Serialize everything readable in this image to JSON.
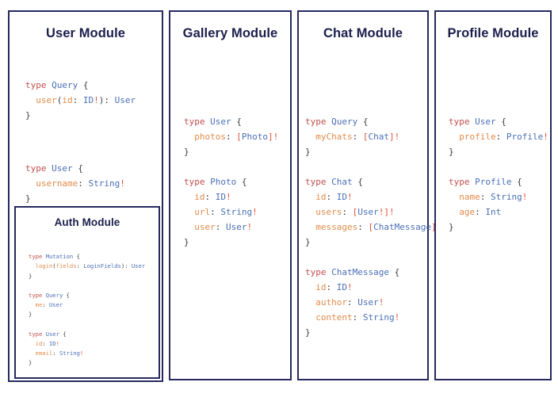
{
  "diagram": {
    "title_color": "#1b1f4b",
    "border_color": "#262a5e",
    "background": "#ffffff",
    "syntax_colors": {
      "keyword": "#c0504d",
      "type_name": "#4a6fb5",
      "field_name": "#e08b4a",
      "non_null": "#e2553c",
      "punctuation": "#3d3d3d"
    }
  },
  "panels": {
    "user": {
      "title": "User Module",
      "blocks": [
        {
          "lines": [
            [
              {
                "t": "type ",
                "c": "kw"
              },
              {
                "t": "Query",
                "c": "tname"
              },
              {
                "t": " {",
                "c": "punc"
              }
            ],
            [
              {
                "t": "  ",
                "c": "punc"
              },
              {
                "t": "user",
                "c": "field"
              },
              {
                "t": "(",
                "c": "punc"
              },
              {
                "t": "id",
                "c": "field"
              },
              {
                "t": ": ",
                "c": "punc"
              },
              {
                "t": "ID",
                "c": "tname"
              },
              {
                "t": "!",
                "c": "bang"
              },
              {
                "t": "): ",
                "c": "punc"
              },
              {
                "t": "User",
                "c": "tname"
              }
            ],
            [
              {
                "t": "}",
                "c": "punc"
              }
            ]
          ]
        },
        {
          "lines": [
            [
              {
                "t": "type ",
                "c": "kw"
              },
              {
                "t": "User",
                "c": "tname"
              },
              {
                "t": " {",
                "c": "punc"
              }
            ],
            [
              {
                "t": "  ",
                "c": "punc"
              },
              {
                "t": "username",
                "c": "field"
              },
              {
                "t": ": ",
                "c": "punc"
              },
              {
                "t": "String",
                "c": "tname"
              },
              {
                "t": "!",
                "c": "bang"
              }
            ],
            [
              {
                "t": "}",
                "c": "punc"
              }
            ]
          ]
        }
      ]
    },
    "auth": {
      "title": "Auth Module",
      "blocks": [
        {
          "lines": [
            [
              {
                "t": "type ",
                "c": "kw"
              },
              {
                "t": "Mutation",
                "c": "tname"
              },
              {
                "t": " {",
                "c": "punc"
              }
            ],
            [
              {
                "t": "  ",
                "c": "punc"
              },
              {
                "t": "login",
                "c": "field"
              },
              {
                "t": "(",
                "c": "punc"
              },
              {
                "t": "fields",
                "c": "field"
              },
              {
                "t": ": ",
                "c": "punc"
              },
              {
                "t": "LoginFields",
                "c": "tname"
              },
              {
                "t": "): ",
                "c": "punc"
              },
              {
                "t": "User",
                "c": "tname"
              }
            ],
            [
              {
                "t": "}",
                "c": "punc"
              }
            ],
            [
              {
                "t": "",
                "c": "punc"
              }
            ],
            [
              {
                "t": "type ",
                "c": "kw"
              },
              {
                "t": "Query",
                "c": "tname"
              },
              {
                "t": " {",
                "c": "punc"
              }
            ],
            [
              {
                "t": "  ",
                "c": "punc"
              },
              {
                "t": "me",
                "c": "field"
              },
              {
                "t": ": ",
                "c": "punc"
              },
              {
                "t": "User",
                "c": "tname"
              }
            ],
            [
              {
                "t": "}",
                "c": "punc"
              }
            ],
            [
              {
                "t": "",
                "c": "punc"
              }
            ],
            [
              {
                "t": "type ",
                "c": "kw"
              },
              {
                "t": "User",
                "c": "tname"
              },
              {
                "t": " {",
                "c": "punc"
              }
            ],
            [
              {
                "t": "  ",
                "c": "punc"
              },
              {
                "t": "id",
                "c": "field"
              },
              {
                "t": ": ",
                "c": "punc"
              },
              {
                "t": "ID",
                "c": "tname"
              },
              {
                "t": "!",
                "c": "bang"
              }
            ],
            [
              {
                "t": "  ",
                "c": "punc"
              },
              {
                "t": "email",
                "c": "field"
              },
              {
                "t": ": ",
                "c": "punc"
              },
              {
                "t": "String",
                "c": "tname"
              },
              {
                "t": "!",
                "c": "bang"
              }
            ],
            [
              {
                "t": "}",
                "c": "punc"
              }
            ]
          ]
        }
      ]
    },
    "gallery": {
      "title": "Gallery Module",
      "blocks": [
        {
          "lines": [
            [
              {
                "t": "type ",
                "c": "kw"
              },
              {
                "t": "User",
                "c": "tname"
              },
              {
                "t": " {",
                "c": "punc"
              }
            ],
            [
              {
                "t": "  ",
                "c": "punc"
              },
              {
                "t": "photos",
                "c": "field"
              },
              {
                "t": ": ",
                "c": "punc"
              },
              {
                "t": "[",
                "c": "bang"
              },
              {
                "t": "Photo",
                "c": "tname"
              },
              {
                "t": "]",
                "c": "bang"
              },
              {
                "t": "!",
                "c": "bang"
              }
            ],
            [
              {
                "t": "}",
                "c": "punc"
              }
            ],
            [
              {
                "t": "",
                "c": "punc"
              }
            ],
            [
              {
                "t": "type ",
                "c": "kw"
              },
              {
                "t": "Photo",
                "c": "tname"
              },
              {
                "t": " {",
                "c": "punc"
              }
            ],
            [
              {
                "t": "  ",
                "c": "punc"
              },
              {
                "t": "id",
                "c": "field"
              },
              {
                "t": ": ",
                "c": "punc"
              },
              {
                "t": "ID",
                "c": "tname"
              },
              {
                "t": "!",
                "c": "bang"
              }
            ],
            [
              {
                "t": "  ",
                "c": "punc"
              },
              {
                "t": "url",
                "c": "field"
              },
              {
                "t": ": ",
                "c": "punc"
              },
              {
                "t": "String",
                "c": "tname"
              },
              {
                "t": "!",
                "c": "bang"
              }
            ],
            [
              {
                "t": "  ",
                "c": "punc"
              },
              {
                "t": "user",
                "c": "field"
              },
              {
                "t": ": ",
                "c": "punc"
              },
              {
                "t": "User",
                "c": "tname"
              },
              {
                "t": "!",
                "c": "bang"
              }
            ],
            [
              {
                "t": "}",
                "c": "punc"
              }
            ]
          ]
        }
      ]
    },
    "chat": {
      "title": "Chat Module",
      "blocks": [
        {
          "lines": [
            [
              {
                "t": "type ",
                "c": "kw"
              },
              {
                "t": "Query",
                "c": "tname"
              },
              {
                "t": " {",
                "c": "punc"
              }
            ],
            [
              {
                "t": "  ",
                "c": "punc"
              },
              {
                "t": "myChats",
                "c": "field"
              },
              {
                "t": ": ",
                "c": "punc"
              },
              {
                "t": "[",
                "c": "bang"
              },
              {
                "t": "Chat",
                "c": "tname"
              },
              {
                "t": "]",
                "c": "bang"
              },
              {
                "t": "!",
                "c": "bang"
              }
            ],
            [
              {
                "t": "}",
                "c": "punc"
              }
            ],
            [
              {
                "t": "",
                "c": "punc"
              }
            ],
            [
              {
                "t": "type ",
                "c": "kw"
              },
              {
                "t": "Chat",
                "c": "tname"
              },
              {
                "t": " {",
                "c": "punc"
              }
            ],
            [
              {
                "t": "  ",
                "c": "punc"
              },
              {
                "t": "id",
                "c": "field"
              },
              {
                "t": ": ",
                "c": "punc"
              },
              {
                "t": "ID",
                "c": "tname"
              },
              {
                "t": "!",
                "c": "bang"
              }
            ],
            [
              {
                "t": "  ",
                "c": "punc"
              },
              {
                "t": "users",
                "c": "field"
              },
              {
                "t": ": ",
                "c": "punc"
              },
              {
                "t": "[",
                "c": "bang"
              },
              {
                "t": "User",
                "c": "tname"
              },
              {
                "t": "!",
                "c": "bang"
              },
              {
                "t": "]",
                "c": "bang"
              },
              {
                "t": "!",
                "c": "bang"
              }
            ],
            [
              {
                "t": "  ",
                "c": "punc"
              },
              {
                "t": "messages",
                "c": "field"
              },
              {
                "t": ": ",
                "c": "punc"
              },
              {
                "t": "[",
                "c": "bang"
              },
              {
                "t": "ChatMessage",
                "c": "tname"
              },
              {
                "t": "]",
                "c": "bang"
              },
              {
                "t": "!",
                "c": "bang"
              }
            ],
            [
              {
                "t": "}",
                "c": "punc"
              }
            ],
            [
              {
                "t": "",
                "c": "punc"
              }
            ],
            [
              {
                "t": "type ",
                "c": "kw"
              },
              {
                "t": "ChatMessage",
                "c": "tname"
              },
              {
                "t": " {",
                "c": "punc"
              }
            ],
            [
              {
                "t": "  ",
                "c": "punc"
              },
              {
                "t": "id",
                "c": "field"
              },
              {
                "t": ": ",
                "c": "punc"
              },
              {
                "t": "ID",
                "c": "tname"
              },
              {
                "t": "!",
                "c": "bang"
              }
            ],
            [
              {
                "t": "  ",
                "c": "punc"
              },
              {
                "t": "author",
                "c": "field"
              },
              {
                "t": ": ",
                "c": "punc"
              },
              {
                "t": "User",
                "c": "tname"
              },
              {
                "t": "!",
                "c": "bang"
              }
            ],
            [
              {
                "t": "  ",
                "c": "punc"
              },
              {
                "t": "content",
                "c": "field"
              },
              {
                "t": ": ",
                "c": "punc"
              },
              {
                "t": "String",
                "c": "tname"
              },
              {
                "t": "!",
                "c": "bang"
              }
            ],
            [
              {
                "t": "}",
                "c": "punc"
              }
            ]
          ]
        }
      ]
    },
    "profile": {
      "title": "Profile Module",
      "blocks": [
        {
          "lines": [
            [
              {
                "t": "type ",
                "c": "kw"
              },
              {
                "t": "User",
                "c": "tname"
              },
              {
                "t": " {",
                "c": "punc"
              }
            ],
            [
              {
                "t": "  ",
                "c": "punc"
              },
              {
                "t": "profile",
                "c": "field"
              },
              {
                "t": ": ",
                "c": "punc"
              },
              {
                "t": "Profile",
                "c": "tname"
              },
              {
                "t": "!",
                "c": "bang"
              }
            ],
            [
              {
                "t": "}",
                "c": "punc"
              }
            ],
            [
              {
                "t": "",
                "c": "punc"
              }
            ],
            [
              {
                "t": "type ",
                "c": "kw"
              },
              {
                "t": "Profile",
                "c": "tname"
              },
              {
                "t": " {",
                "c": "punc"
              }
            ],
            [
              {
                "t": "  ",
                "c": "punc"
              },
              {
                "t": "name",
                "c": "field"
              },
              {
                "t": ": ",
                "c": "punc"
              },
              {
                "t": "String",
                "c": "tname"
              },
              {
                "t": "!",
                "c": "bang"
              }
            ],
            [
              {
                "t": "  ",
                "c": "punc"
              },
              {
                "t": "age",
                "c": "field"
              },
              {
                "t": ": ",
                "c": "punc"
              },
              {
                "t": "Int",
                "c": "tname"
              }
            ],
            [
              {
                "t": "}",
                "c": "punc"
              }
            ]
          ]
        }
      ]
    }
  }
}
